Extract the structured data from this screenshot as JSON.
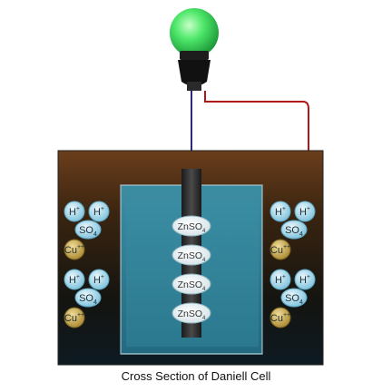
{
  "diagram": {
    "caption": "Cross Section of Daniell Cell",
    "inner_ions": [
      {
        "formula": "ZnSO",
        "subscript": "4"
      },
      {
        "formula": "ZnSO",
        "subscript": "4"
      },
      {
        "formula": "ZnSO",
        "subscript": "4"
      },
      {
        "formula": "ZnSO",
        "subscript": "4"
      }
    ],
    "outer_ions": {
      "hydrogen": {
        "symbol": "H",
        "charge": "+"
      },
      "sulfate": {
        "formula": "SO",
        "subscript": "4"
      },
      "copper": {
        "symbol": "Cu",
        "charge": "++"
      }
    },
    "colors": {
      "bulb": "#3ee060",
      "outer_solution": "#5b3418",
      "inner_solution": "#2e7f95",
      "zinc_rod": "#333333",
      "positive_wire": "#b01818",
      "negative_wire": "#2a2a7a",
      "hydrogen_ion": "#a8d8ea",
      "copper_ion": "#c8a84a"
    }
  }
}
